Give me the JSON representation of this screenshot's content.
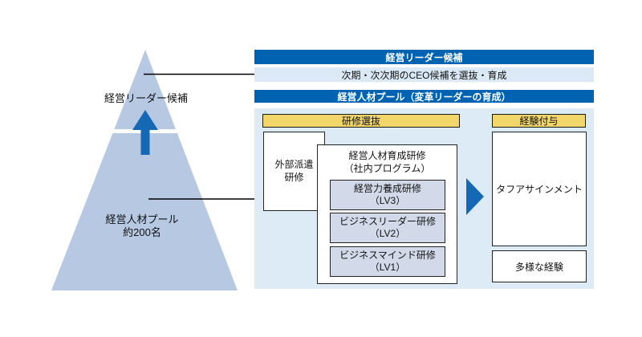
{
  "colors": {
    "bar_blue": "#0063b1",
    "desc_row_bg": "#dbe9f6",
    "panel_bg": "#ddebf7",
    "pyramid_fill": "#b6c8e2",
    "arrow_blue": "#1568b4",
    "header_yellow": "#f3d66a",
    "level_box_bg": "#d2dae9"
  },
  "pyramid": {
    "top_label": "経営リーダー候補",
    "bottom_label_line1": "経営人材プール",
    "bottom_label_line2": "約200名"
  },
  "right": {
    "bar1_title": "経営リーダー候補",
    "bar1_desc": "次期・次次期のCEO候補を選抜・育成",
    "bar2_title": "経営人材プール（変革リーダーの育成）",
    "col_training_header": "研修選抜",
    "col_experience_header": "経験付与",
    "external_training": {
      "line1": "外部派遣",
      "line2": "研修"
    },
    "program": {
      "title_line1": "経営人材育成研修",
      "title_line2": "（社内プログラム）",
      "levels": [
        {
          "name": "経営力養成研修",
          "level": "（LV3）"
        },
        {
          "name": "ビジネスリーダー研修",
          "level": "（LV2）"
        },
        {
          "name": "ビジネスマインド研修",
          "level": "（LV1）"
        }
      ]
    },
    "tough_assignment": "タフアサインメント",
    "diverse_experience": "多様な経験"
  }
}
